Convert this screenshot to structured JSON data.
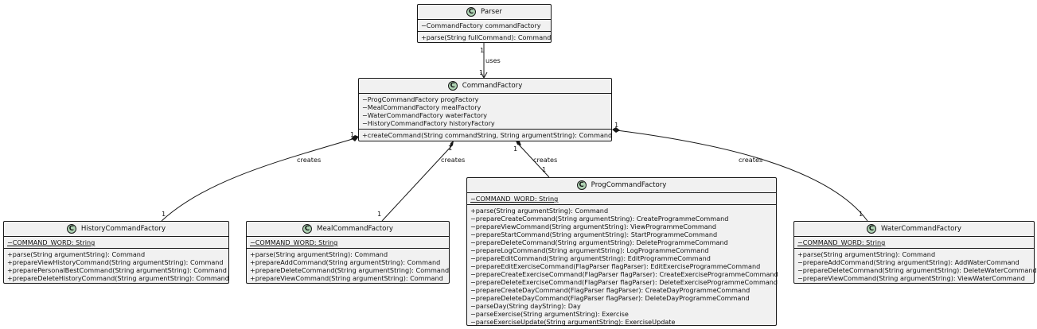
{
  "classes": {
    "parser": {
      "name": "Parser",
      "icon": "C",
      "fields": [
        "−CommandFactory commandFactory"
      ],
      "methods": [
        "+parse(String fullCommand): Command"
      ]
    },
    "command_factory": {
      "name": "CommandFactory",
      "icon": "C",
      "fields": [
        "−ProgCommandFactory progFactory",
        "−MealCommandFactory mealFactory",
        "−WaterCommandFactory waterFactory",
        "−HistoryCommandFactory historyFactory"
      ],
      "methods": [
        "+createCommand(String commandString, String argumentString): Command"
      ]
    },
    "history_factory": {
      "name": "HistoryCommandFactory",
      "icon": "C",
      "fields": [
        "−COMMAND_WORD: String"
      ],
      "methods": [
        "+parse(String argumentString): Command",
        "+prepareViewHistoryCommand(String argumentString): Command",
        "+preparePersonalBestCommand(String argumentString): Command",
        "+prepareDeleteHistoryCommand(String argumentString): Command"
      ]
    },
    "meal_factory": {
      "name": "MealCommandFactory",
      "icon": "C",
      "fields": [
        "−COMMAND_WORD: String"
      ],
      "methods": [
        "+parse(String argumentString): Command",
        "+prepareAddCommand(String argumentString): Command",
        "+prepareDeleteCommand(String argumentString): Command",
        "+prepareViewCommand(String argumentString): Command"
      ]
    },
    "prog_factory": {
      "name": "ProgCommandFactory",
      "icon": "C",
      "fields": [
        "−COMMAND_WORD: String"
      ],
      "methods": [
        "+parse(String argumentString): Command",
        "−prepareCreateCommand(String argumentString): CreateProgrammeCommand",
        "−prepareViewCommand(String argumentString): ViewProgrammeCommand",
        "−prepareStartCommand(String argumentString): StartProgrammeCommand",
        "−prepareDeleteCommand(String argumentString): DeleteProgrammeCommand",
        "−prepareLogCommand(String argumentString): LogProgrammeCommand",
        "−prepareEditCommand(String argumentString): EditProgrammeCommand",
        "−prepareEditExerciseCommand(FlagParser flagParser): EditExerciseProgrammeCommand",
        "−prepareCreateExerciseCommand(FlagParser flagParser): CreateExerciseProgrammeCommand",
        "−prepareDeleteExerciseCommand(FlagParser flagParser): DeleteExerciseProgrammeCommand",
        "−prepareCreateDayCommand(FlagParser flagParser): CreateDayProgrammeCommand",
        "−prepareDeleteDayCommand(FlagParser flagParser): DeleteDayProgrammeCommand",
        "−parseDay(String dayString): Day",
        "−parseExercise(String argumentString): Exercise",
        "−parseExerciseUpdate(String argumentString): ExerciseUpdate"
      ]
    },
    "water_factory": {
      "name": "WaterCommandFactory",
      "icon": "C",
      "fields": [
        "−COMMAND_WORD: String"
      ],
      "methods": [
        "+parse(String argumentString): Command",
        "−prepareAddCommand(String argumentString): AddWaterCommand",
        "−prepareDeleteCommand(String argumentString): DeleteWaterCommand",
        "−prepareViewCommand(String argumentString): ViewWaterCommand"
      ]
    }
  },
  "edges": {
    "uses": {
      "label": "uses",
      "from_mult": "1",
      "to_mult": "1"
    },
    "history": {
      "label": "creates",
      "from_mult": "1",
      "to_mult": "1"
    },
    "meal": {
      "label": "creates",
      "from_mult": "1",
      "to_mult": "1"
    },
    "prog": {
      "label": "creates",
      "from_mult": "1",
      "to_mult": "1"
    },
    "water": {
      "label": "creates",
      "from_mult": "1",
      "to_mult": "1"
    }
  }
}
